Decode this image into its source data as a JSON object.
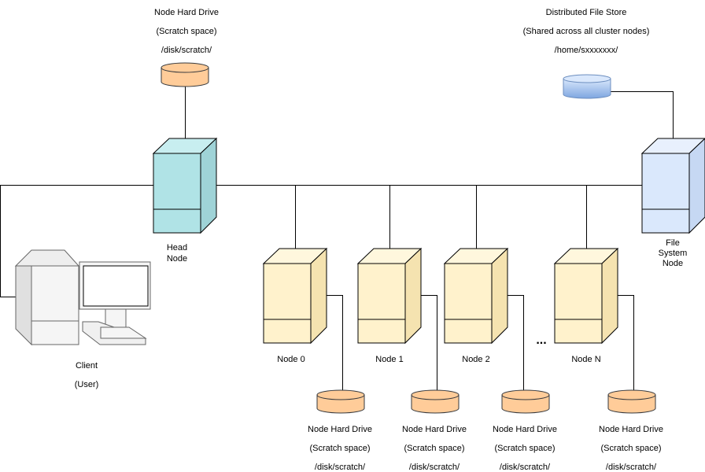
{
  "colors": {
    "line": "#000000",
    "head_node_fill": "#b0e3e6",
    "head_node_top": "#c8eef0",
    "head_node_side": "#9fd3d7",
    "compute_node_fill": "#fff2cc",
    "compute_node_top": "#fff7dd",
    "compute_node_side": "#f5e3b0",
    "fs_node_fill": "#dae8fc",
    "fs_node_top": "#e8f0fd",
    "fs_node_side": "#c6d8f3",
    "scratch_disk_fill": "#ffcc99",
    "scratch_disk_stroke": "#36393d",
    "dfs_disk_fill": "#a9c4eb",
    "dfs_disk_stroke": "#6c8ebf",
    "client_fill": "#f5f5f5",
    "client_stroke": "#666666"
  },
  "top_scratch": {
    "line1": "Node Hard Drive",
    "line2": "(Scratch space)",
    "line3": "/disk/scratch/"
  },
  "dfs": {
    "line1": "Distributed File Store",
    "line2": "(Shared across all cluster nodes)",
    "line3": "/home/sxxxxxxx/"
  },
  "head_node": {
    "line1": "Head",
    "line2": "Node"
  },
  "fs_node": {
    "line1": "File",
    "line2": "System",
    "line3": "Node"
  },
  "client": {
    "line1": "Client",
    "line2": "(User)"
  },
  "compute_nodes": [
    {
      "name": "Node 0",
      "disk_line1": "Node Hard Drive",
      "disk_line2": "(Scratch space)",
      "disk_line3": "/disk/scratch/"
    },
    {
      "name": "Node 1",
      "disk_line1": "Node Hard Drive",
      "disk_line2": "(Scratch space)",
      "disk_line3": "/disk/scratch/"
    },
    {
      "name": "Node 2",
      "disk_line1": "Node Hard Drive",
      "disk_line2": "(Scratch space)",
      "disk_line3": "/disk/scratch/"
    },
    {
      "name": "Node N",
      "disk_line1": "Node Hard Drive",
      "disk_line2": "(Scratch space)",
      "disk_line3": "/disk/scratch/"
    }
  ],
  "ellipsis": "..."
}
